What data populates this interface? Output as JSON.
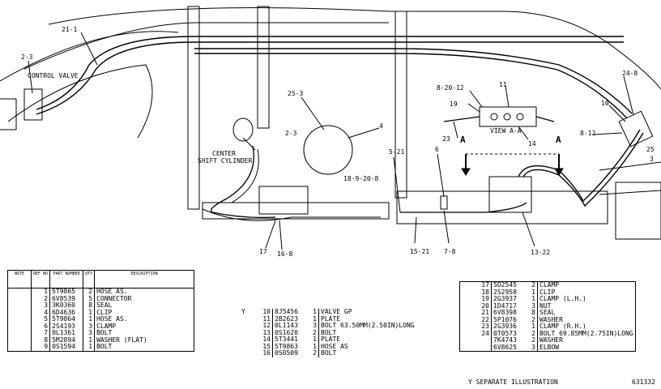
{
  "callouts": [
    {
      "id": "c-21-1",
      "text": "21-1"
    },
    {
      "id": "c-2-3-left",
      "text": "2-3"
    },
    {
      "id": "c-control-valve",
      "text": "CONTROL VALVE"
    },
    {
      "id": "c-25-3",
      "text": "25-3"
    },
    {
      "id": "c-2-3-mid",
      "text": "2-3"
    },
    {
      "id": "c-4",
      "text": "4"
    },
    {
      "id": "c-center",
      "text": "CENTER"
    },
    {
      "id": "c-shift-cyl",
      "text": "SHIFT CYLINDER"
    },
    {
      "id": "c-18-9-20-8",
      "text": "18-9-20-8"
    },
    {
      "id": "c-8-20-12",
      "text": "8-20-12"
    },
    {
      "id": "c-11",
      "text": "11"
    },
    {
      "id": "c-19",
      "text": "19"
    },
    {
      "id": "c-23",
      "text": "23"
    },
    {
      "id": "c-view-aa",
      "text": "VIEW A-A"
    },
    {
      "id": "c-14",
      "text": "14"
    },
    {
      "id": "c-24-8",
      "text": "24-8"
    },
    {
      "id": "c-10",
      "text": "10"
    },
    {
      "id": "c-8-12",
      "text": "8-12"
    },
    {
      "id": "c-25",
      "text": "25"
    },
    {
      "id": "c-3",
      "text": "3"
    },
    {
      "id": "c-A-left",
      "text": "A"
    },
    {
      "id": "c-A-right",
      "text": "A"
    },
    {
      "id": "c-5-21",
      "text": "5-21"
    },
    {
      "id": "c-6",
      "text": "6"
    },
    {
      "id": "c-17",
      "text": "17"
    },
    {
      "id": "c-16-8",
      "text": "16-8"
    },
    {
      "id": "c-15-21",
      "text": "15-21"
    },
    {
      "id": "c-7-8",
      "text": "7-8"
    },
    {
      "id": "c-13-22",
      "text": "13-22"
    }
  ],
  "table1": {
    "headers": {
      "note": "NOTE",
      "ref": "REF NO",
      "part": "PART NUMBER",
      "qty": "QTY",
      "desc": "DESCRIPTION"
    },
    "rows": [
      {
        "note": "",
        "ref": "1",
        "part": "5T9865",
        "qty": "2",
        "desc": "HOSE AS."
      },
      {
        "note": "",
        "ref": "2",
        "part": "6V8539",
        "qty": "5",
        "desc": "CONNECTOR"
      },
      {
        "note": "",
        "ref": "3",
        "part": "3K0360",
        "qty": "8",
        "desc": "SEAL"
      },
      {
        "note": "",
        "ref": "4",
        "part": "6D4636",
        "qty": "1",
        "desc": "CLIP"
      },
      {
        "note": "",
        "ref": "5",
        "part": "5T9864",
        "qty": "1",
        "desc": "HOSE AS."
      },
      {
        "note": "",
        "ref": "6",
        "part": "2S4193",
        "qty": "3",
        "desc": "CLAMP"
      },
      {
        "note": "",
        "ref": "7",
        "part": "0L1361",
        "qty": "3",
        "desc": "BOLT"
      },
      {
        "note": "",
        "ref": "8",
        "part": "5M2894",
        "qty": "1",
        "desc": "WASHER (FLAT)"
      },
      {
        "note": "",
        "ref": "9",
        "part": "0S1594",
        "qty": "1",
        "desc": "BOLT"
      }
    ]
  },
  "table2": {
    "rows": [
      {
        "note": "Y",
        "ref": "10",
        "part": "8J5456",
        "qty": "1",
        "desc": "VALVE GP"
      },
      {
        "note": "",
        "ref": "11",
        "part": "2B2623",
        "qty": "1",
        "desc": "PLATE"
      },
      {
        "note": "",
        "ref": "12",
        "part": "0L1143",
        "qty": "3",
        "desc": "BOLT 63.50MM(2.50IN)LONG"
      },
      {
        "note": "",
        "ref": "13",
        "part": "0S1620",
        "qty": "2",
        "desc": "BOLT"
      },
      {
        "note": "",
        "ref": "14",
        "part": "5T3441",
        "qty": "1",
        "desc": "PLATE"
      },
      {
        "note": "",
        "ref": "15",
        "part": "5T9863",
        "qty": "1",
        "desc": "HOSE AS"
      },
      {
        "note": "",
        "ref": "16",
        "part": "0S0509",
        "qty": "2",
        "desc": "BOLT"
      }
    ]
  },
  "table3": {
    "rows": [
      {
        "note": "",
        "ref": "17",
        "part": "5D2545",
        "qty": "2",
        "desc": "CLAMP"
      },
      {
        "note": "",
        "ref": "18",
        "part": "2S2958",
        "qty": "1",
        "desc": "CLIP"
      },
      {
        "note": "",
        "ref": "19",
        "part": "2G3937",
        "qty": "1",
        "desc": "CLAMP (L.H.)"
      },
      {
        "note": "",
        "ref": "20",
        "part": "1D4717",
        "qty": "3",
        "desc": "NUT"
      },
      {
        "note": "",
        "ref": "21",
        "part": "6V8398",
        "qty": "8",
        "desc": "SEAL"
      },
      {
        "note": "",
        "ref": "22",
        "part": "5P1076",
        "qty": "2",
        "desc": "WASHER"
      },
      {
        "note": "",
        "ref": "23",
        "part": "2G3936",
        "qty": "1",
        "desc": "CLAMP (R.H.)"
      },
      {
        "note": "",
        "ref": "24",
        "part": "0T0573",
        "qty": "2",
        "desc": "BOLT 69.85MM(2.75IN)LONG"
      },
      {
        "note": "",
        "ref": "",
        "part": "7K4743",
        "qty": "2",
        "desc": "WASHER"
      },
      {
        "note": "",
        "ref": "",
        "part": "6V8625",
        "qty": "3",
        "desc": "ELBOW"
      }
    ]
  },
  "footer": {
    "note": "Y   SEPARATE ILLUSTRATION",
    "code": "631332"
  }
}
